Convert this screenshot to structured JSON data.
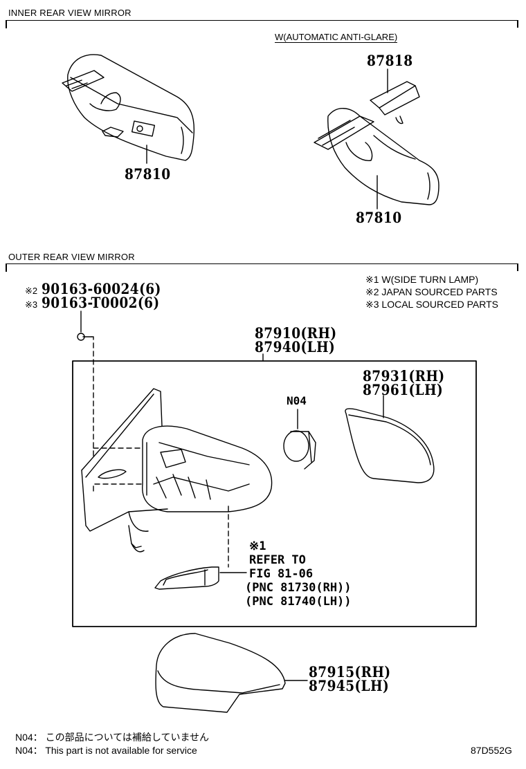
{
  "sections": {
    "inner": {
      "title": "INNER REAR VIEW MIRROR",
      "variant_label": "W(AUTOMATIC ANTI-GLARE)",
      "parts": {
        "standard_mirror": "87810",
        "auto_mirror": "87810",
        "cover": "87818"
      }
    },
    "outer": {
      "title": "OUTER REAR VIEW MIRROR",
      "fasteners": [
        {
          "mark": "※2",
          "part": "90163-60024(6)"
        },
        {
          "mark": "※3",
          "part": "90163-T0002(6)"
        }
      ],
      "legend": [
        {
          "mark": "※1",
          "text": "W(SIDE TURN LAMP)"
        },
        {
          "mark": "※2",
          "text": "JAPAN SOURCED PARTS"
        },
        {
          "mark": "※3",
          "text": "LOCAL SOURCED PARTS"
        }
      ],
      "assembly": {
        "rh": "87910(RH)",
        "lh": "87940(LH)"
      },
      "mirror_glass": {
        "rh": "87931(RH)",
        "lh": "87961(LH)"
      },
      "motor": {
        "label": "N04"
      },
      "turn_lamp_ref": {
        "mark": "※1",
        "line1": "REFER TO",
        "line2": "FIG 81-06",
        "line3": "(PNC 81730(RH))",
        "line4": "(PNC 81740(LH))"
      },
      "cover": {
        "rh": "87915(RH)",
        "lh": "87945(LH)"
      }
    }
  },
  "footer": {
    "note_ja": "N04： この部品については補給していません",
    "note_en": "N04： This part is not available for service",
    "diagram_id": "87D552G"
  }
}
